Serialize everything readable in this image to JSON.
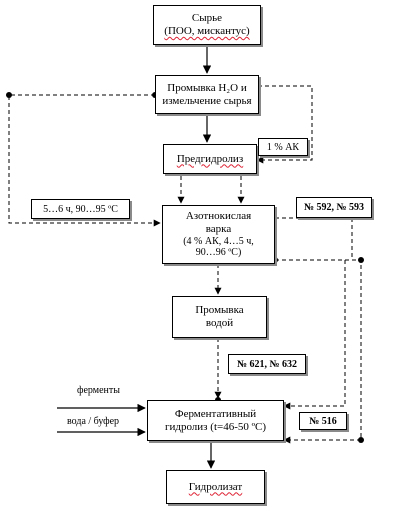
{
  "nodes": {
    "raw": {
      "line1": "Сырье",
      "line2": "(ПОО, мискантус)"
    },
    "wash_grind": {
      "line1": "Промывка Н₂О и",
      "line2": "измельчение сырья"
    },
    "prehydrolysis": {
      "line1": "Предгидролиз"
    },
    "nitric_cook": {
      "line1": "Азотнокислая",
      "line2": "варка",
      "line3": "(4 % АК, 4…5 ч,",
      "line4": "90…96 ºС)"
    },
    "wash_water": {
      "line1": "Промывка",
      "line2": "водой"
    },
    "enzymatic": {
      "line1": "Ферментативный",
      "line2": "гидролиз (t=46-50 ºС)"
    },
    "hydrolysate": {
      "line1": "Гидролизат"
    }
  },
  "labels": {
    "acid_1pct": "1 % АК",
    "prehydro_conditions": "5…6 ч, 90…95 ºС",
    "samples_592_593": "№ 592, № 593",
    "samples_621_632": "№ 621, № 632",
    "sample_516": "№ 516",
    "enzymes": "ферменты",
    "water_buffer": "вода / буфер"
  }
}
